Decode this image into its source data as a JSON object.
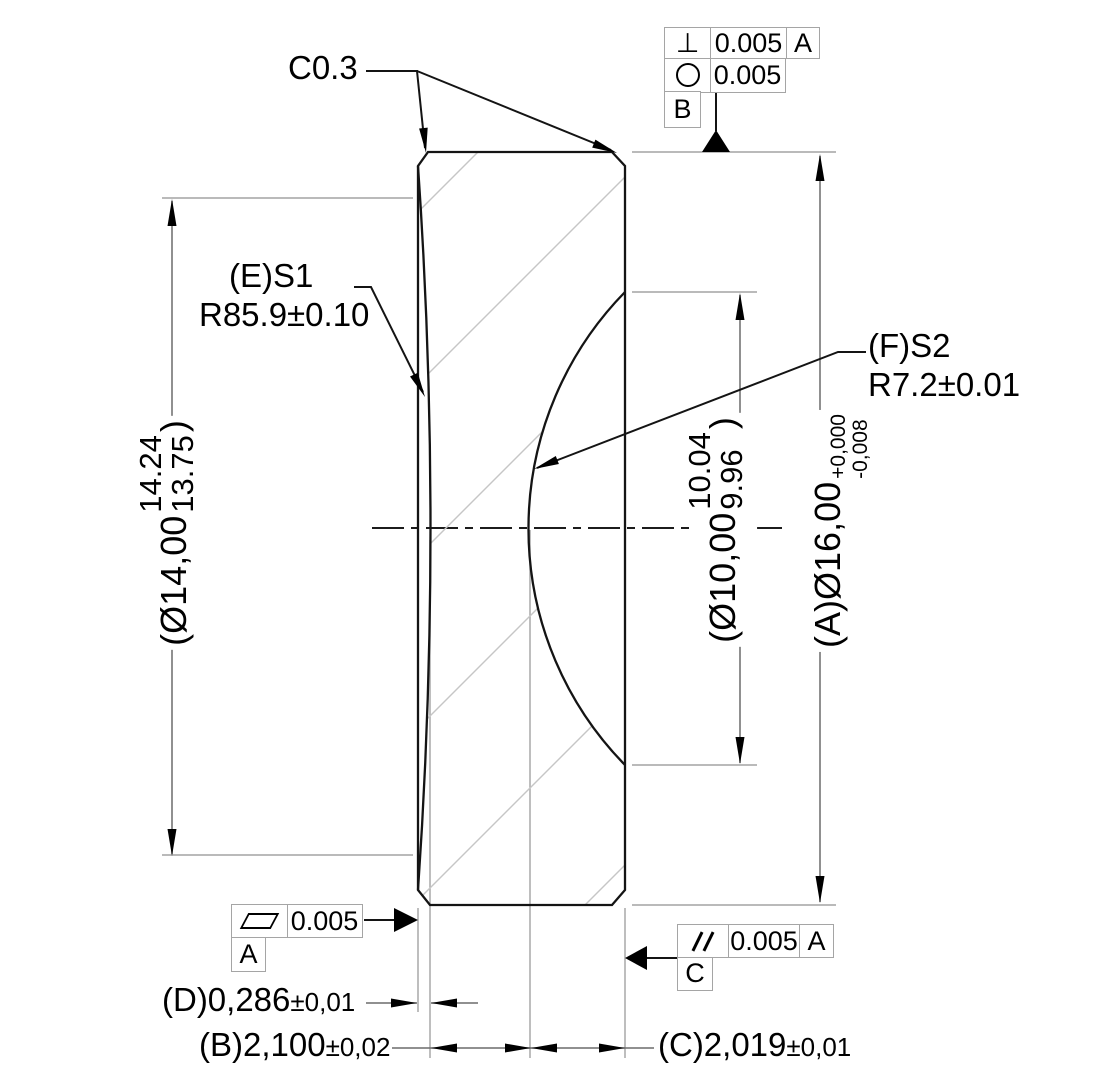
{
  "labels": {
    "chamfer": "C0.3",
    "s1_name": "(E)S1",
    "s1_radius": "R85.9±0.10",
    "s2_name": "(F)S2",
    "s2_radius": "R7.2±0.01"
  },
  "dimensions": {
    "dia14": {
      "main": "(Ø14,00",
      "upper": "14.24",
      "lower": "13.75",
      "suffix": ")"
    },
    "dia10": {
      "main": "(Ø10,00",
      "upper": "10.04",
      "lower": "9.96",
      "suffix": ")"
    },
    "dia16": {
      "main": "(A)Ø16,00",
      "tol_upper": "+0,000",
      "tol_lower": "-0,008"
    },
    "edge_thickness": {
      "value": "(D)0,286",
      "tol": "±0,01"
    },
    "center_thickness": {
      "value": "(B)2,100",
      "tol": "±0,02"
    },
    "sag_s2": {
      "value": "(C)2,019",
      "tol": "±0,01"
    }
  },
  "gdt": {
    "perpendicularity": {
      "tolerance": "0.005",
      "datum_ref": "A"
    },
    "circularity": {
      "tolerance": "0.005"
    },
    "flatness": {
      "tolerance": "0.005"
    },
    "parallelism": {
      "tolerance": "0.005",
      "datum_ref": "A"
    },
    "datum_a": "A",
    "datum_b": "B",
    "datum_c": "C"
  }
}
